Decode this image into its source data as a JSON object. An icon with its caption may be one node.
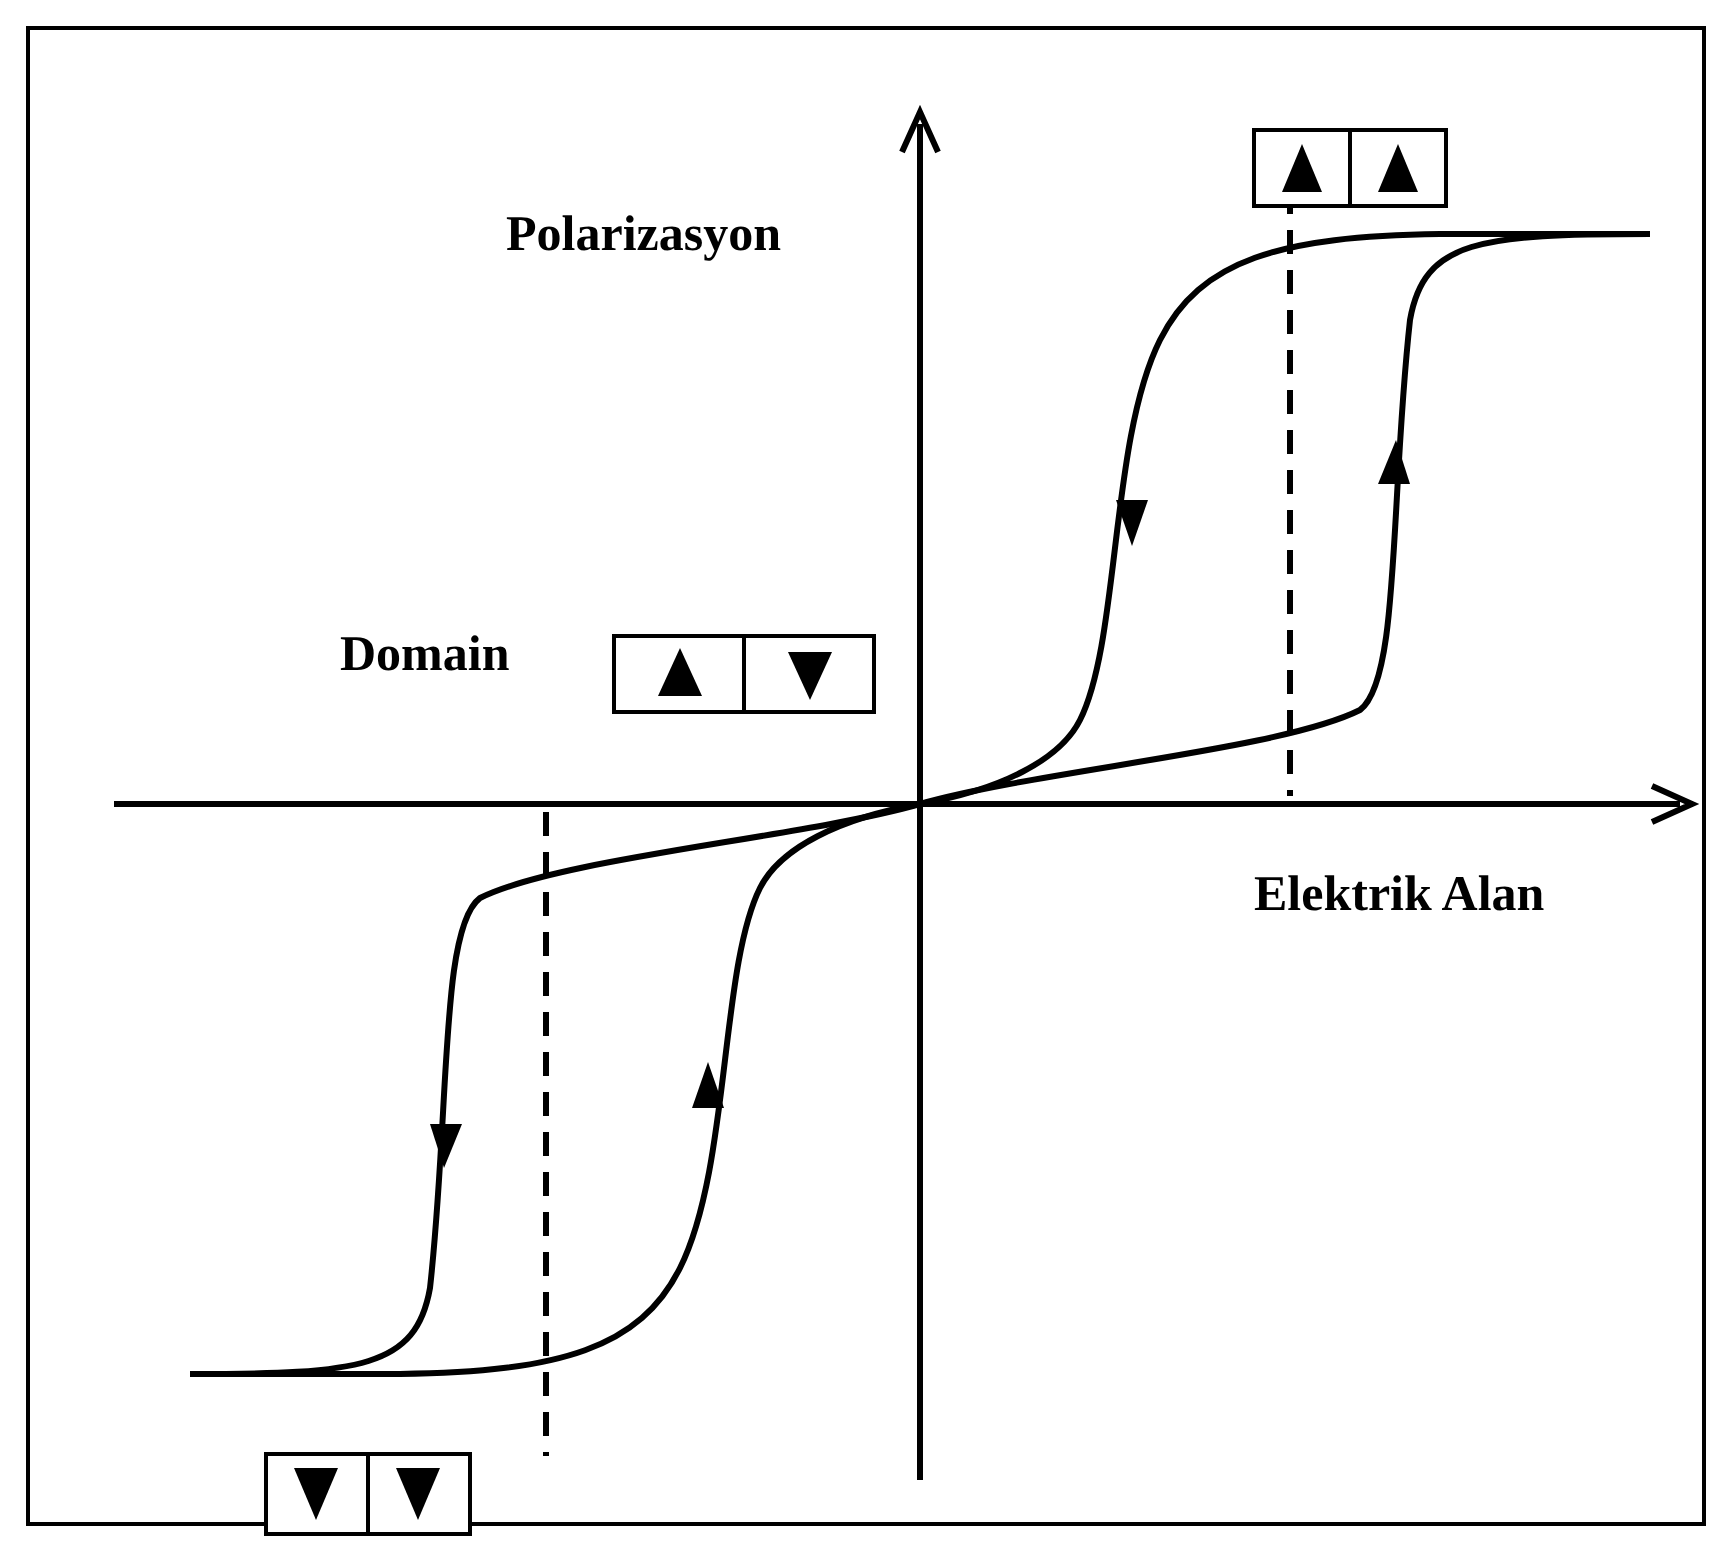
{
  "diagram": {
    "labels": [
      "Polarizasyon",
      "Domain",
      "Elektrik Alan"
    ]
  }
}
